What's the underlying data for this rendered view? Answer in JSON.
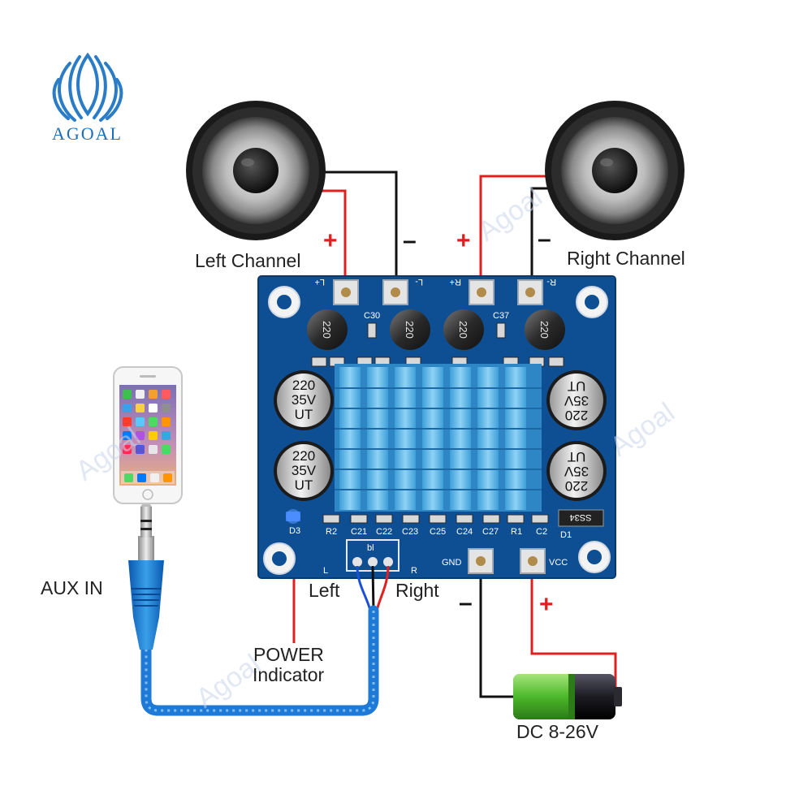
{
  "brand": {
    "logo_text": "AGOAL",
    "watermark": "Agoal"
  },
  "speakers": {
    "left": {
      "label": "Left Channel",
      "plus": "+",
      "minus": "–"
    },
    "right": {
      "label": "Right Channel",
      "plus": "+",
      "minus": "–"
    }
  },
  "board": {
    "terminals": {
      "l_plus": "L+",
      "l_minus": "L-",
      "r_plus": "R+",
      "r_minus": "R-",
      "gnd": "GND",
      "vcc": "VCC"
    },
    "inductors": [
      "220",
      "220",
      "220",
      "220"
    ],
    "capacitor_marking": [
      "220",
      "35V",
      "UT"
    ],
    "components": {
      "c30": "C30",
      "c37": "C37",
      "d3": "D3",
      "d1": "D1",
      "r2": "R2",
      "c21": "C21",
      "c22": "C22",
      "c23": "C23",
      "c25": "C25",
      "c24": "C24",
      "c27": "C27",
      "r1": "R1",
      "c2": "C2",
      "ss34": "SS34",
      "in_l": "L",
      "in_r": "R",
      "in_mark": "bl"
    }
  },
  "input": {
    "aux_label": "AUX IN",
    "left_label": "Left",
    "right_label": "Right"
  },
  "power": {
    "indicator_label_1": "POWER",
    "indicator_label_2": "Indicator",
    "minus": "–",
    "plus": "+",
    "supply_label": "DC 8-26V"
  },
  "colors": {
    "board": "#0e4f94",
    "heatsink": "#5bb3e6",
    "wire_red": "#e02020",
    "wire_black": "#111111",
    "brand_blue": "#1f6fb8",
    "battery_green": "#5fc43a"
  }
}
